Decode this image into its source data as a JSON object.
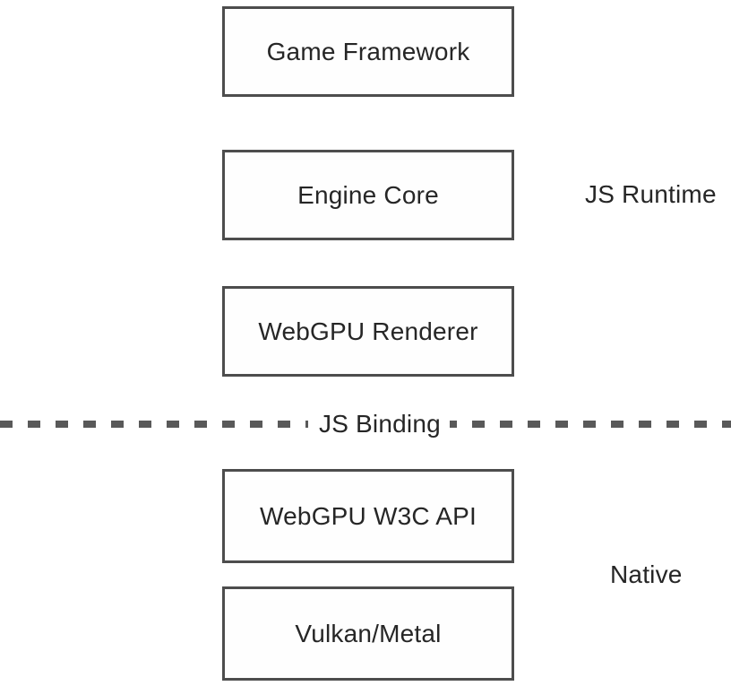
{
  "diagram": {
    "type": "layered-stack",
    "colors": {
      "background": "#ffffff",
      "box_border": "#4d4d4d",
      "box_fill": "#fefefe",
      "text": "#262626",
      "dash": "#595959"
    },
    "stack": [
      {
        "label": "Game Framework",
        "group": "js-runtime"
      },
      {
        "label": "Engine Core",
        "group": "js-runtime"
      },
      {
        "label": "WebGPU Renderer",
        "group": "js-runtime"
      },
      {
        "label": "WebGPU W3C API",
        "group": "native"
      },
      {
        "label": "Vulkan/Metal",
        "group": "native"
      }
    ],
    "divider": {
      "label": "JS Binding",
      "style": "dashed"
    },
    "side_labels": [
      {
        "label": "JS Runtime",
        "annotates": "upper group"
      },
      {
        "label": "Native",
        "annotates": "lower group"
      }
    ]
  }
}
